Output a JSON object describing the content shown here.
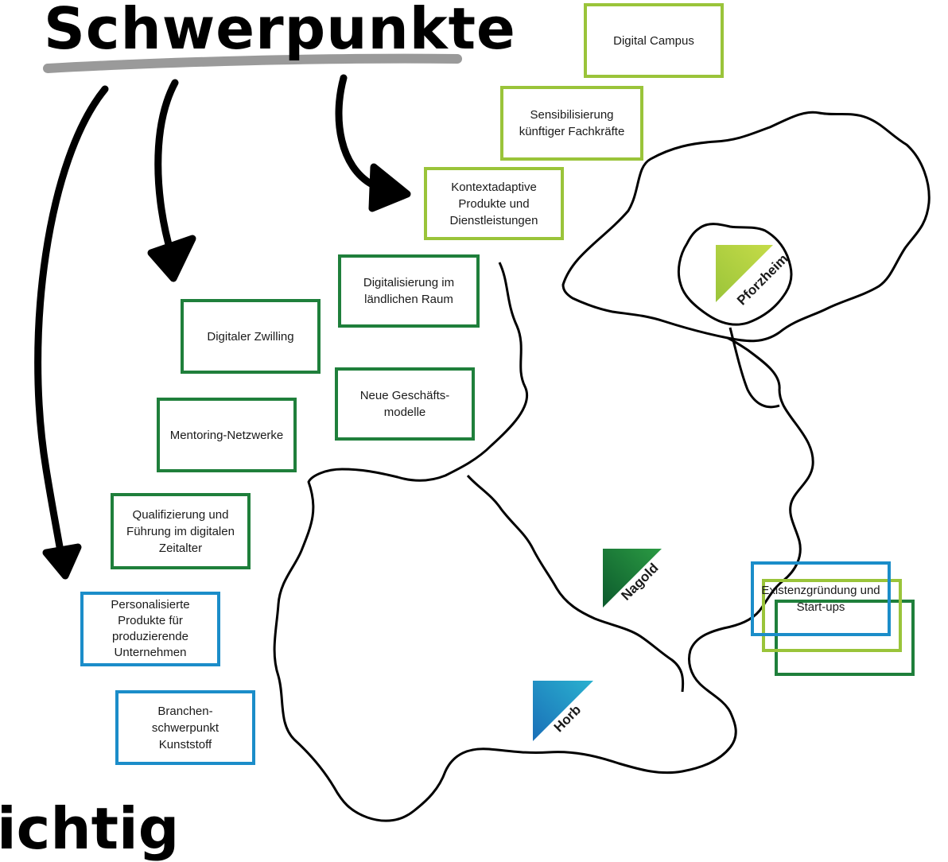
{
  "heading": {
    "title": "Schwerpunkte",
    "bottom_fragment": "ichtig"
  },
  "colors": {
    "lime": "#9ac43a",
    "green": "#1f7f3b",
    "blue": "#1b8dc9",
    "dark": "#000000"
  },
  "boxes": {
    "digital_campus": "Digital Campus",
    "sensibilisierung": "Sensibilisierung künftiger Fachkräfte",
    "kontextadaptive": "Kontextadaptive Produkte und Dienstleistungen",
    "digitalisierung": "Digitalisierung im ländlichen Raum",
    "zwilling": "Digitaler Zwilling",
    "geschaeftsmodelle": "Neue Geschäfts-modelle",
    "mentoring": "Mentoring-Netzwerke",
    "qualifizierung": "Qualifizierung und Führung im digitalen Zeitalter",
    "personalisierte": "Personalisierte Produkte für produzierende Unternehmen",
    "kunststoff": "Branchen-schwerpunkt Kunststoff",
    "existenzgruendung": "Existenzgründung und Start-ups"
  },
  "locations": {
    "pforzheim": "Pforzheim",
    "nagold": "Nagold",
    "horb": "Horb"
  }
}
